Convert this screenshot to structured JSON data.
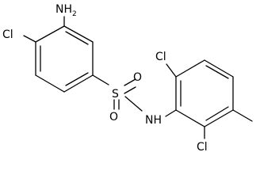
{
  "molecule": {
    "labels": {
      "amine": "NH2",
      "amine_h": "NH",
      "amine_sub": "2",
      "chloro_left": "Cl",
      "sulfur": "S",
      "oxygen_top": "O",
      "oxygen_bottom": "O",
      "amide_nh": "NH",
      "chloro_top": "Cl",
      "chloro_bottom": "Cl"
    }
  }
}
